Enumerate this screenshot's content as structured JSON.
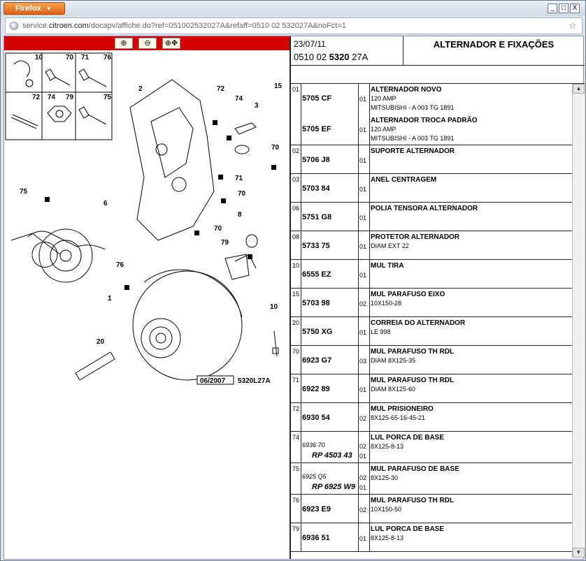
{
  "browser": {
    "menu_label": "Firefox",
    "url_domain": "service.citroen.com",
    "url_prefix": "service.",
    "url_host": "citroen.com",
    "url_path": "/docapv/affiche.do?ref=051002532027A&refaff=0510 02 532027A&noFct=1",
    "window_controls": [
      "_",
      "□",
      "X"
    ]
  },
  "toolbar": {
    "zoom_in": "zoom-in-icon",
    "zoom_out": "zoom-out-icon",
    "zoom_fit": "zoom-fit-icon"
  },
  "diagram": {
    "labels": [
      "10",
      "70",
      "71",
      "76",
      "72",
      "74",
      "79",
      "75",
      "2",
      "72",
      "74",
      "3",
      "15",
      "70",
      "71",
      "70",
      "75",
      "6",
      "8",
      "70",
      "79",
      "76",
      "1",
      "10",
      "20"
    ],
    "date_stamp": "06/2007",
    "ref_stamp": "5320L27A"
  },
  "header": {
    "date": "23/07/11",
    "code_prefix": "0510 02 ",
    "code_bold": "5320",
    "code_suffix": " 27A",
    "title": "ALTERNADOR E FIXAÇÕES"
  },
  "colors": {
    "red_bar": "#d40000",
    "firefox_orange": "#e8822f"
  },
  "parts": [
    {
      "ref": "01",
      "items": [
        {
          "code": "5705 CF",
          "qty": "01",
          "name": "ALTERNADOR NOVO",
          "details": [
            "120 AMP",
            "MITSUBISHI - A 003 TG 1891"
          ]
        },
        {
          "code": "5705 EF",
          "qty": "01",
          "name": "ALTERNADOR TROCA PADRÃO",
          "details": [
            "120 AMP",
            "MITSUBISHI - A 003 TG 1891"
          ]
        }
      ]
    },
    {
      "ref": "02",
      "items": [
        {
          "code": "5706 J8",
          "qty": "01",
          "name": "SUPORTE ALTERNADOR",
          "details": []
        }
      ]
    },
    {
      "ref": "03",
      "items": [
        {
          "code": "5703 84",
          "qty": "01",
          "name": "ANEL CENTRAGEM",
          "details": []
        }
      ]
    },
    {
      "ref": "06",
      "items": [
        {
          "code": "5751 G8",
          "qty": "01",
          "name": "POLIA TENSORA ALTERNADOR",
          "details": []
        }
      ]
    },
    {
      "ref": "08",
      "items": [
        {
          "code": "5733 75",
          "qty": "01",
          "name": "PROTETOR ALTERNADOR",
          "details": [
            "DIAM EXT 22"
          ]
        }
      ]
    },
    {
      "ref": "10",
      "items": [
        {
          "code": "6555 EZ",
          "qty": "01",
          "name": "MUL TIRA",
          "details": []
        }
      ]
    },
    {
      "ref": "15",
      "items": [
        {
          "code": "5703 98",
          "qty": "02",
          "name": "MUL PARAFUSO EIXO",
          "details": [
            "10X150-28"
          ]
        }
      ]
    },
    {
      "ref": "20",
      "items": [
        {
          "code": "5750 XG",
          "qty": "01",
          "name": "CORREIA DO ALTERNADOR",
          "details": [
            "LE 998"
          ]
        }
      ]
    },
    {
      "ref": "70",
      "items": [
        {
          "code": "6923 G7",
          "qty": "03",
          "name": "MUL PARAFUSO TH RDL",
          "details": [
            "DIAM 8X125-35"
          ]
        }
      ]
    },
    {
      "ref": "71",
      "items": [
        {
          "code": "6922 89",
          "qty": "01",
          "name": "MUL PARAFUSO TH RDL",
          "details": [
            "DIAM 8X125-60"
          ]
        }
      ]
    },
    {
      "ref": "72",
      "items": [
        {
          "code": "6930 54",
          "qty": "02",
          "name": "MUL PRISIONEIRO",
          "details": [
            "8X125-65-16-45-21"
          ]
        }
      ]
    },
    {
      "ref": "74",
      "items": [
        {
          "code": "6936 70",
          "qty": "02",
          "name": "LUL PORCA DE BASE",
          "details": [
            "8X125-8-13"
          ],
          "alt_code": "RP 4503 43",
          "alt_qty": "01"
        }
      ]
    },
    {
      "ref": "75",
      "items": [
        {
          "code": "6925 Q5",
          "qty": "02",
          "name": "MUL PARAFUSO DE BASE",
          "details": [
            "8X125-30"
          ],
          "alt_code": "RP 6925 W9",
          "alt_qty": "01"
        }
      ]
    },
    {
      "ref": "76",
      "items": [
        {
          "code": "6923 E9",
          "qty": "02",
          "name": "MUL PARAFUSO TH RDL",
          "details": [
            "10X150-50"
          ]
        }
      ]
    },
    {
      "ref": "79",
      "items": [
        {
          "code": "6936 51",
          "qty": "01",
          "name": "LUL PORCA DE BASE",
          "details": [
            "8X125-8-13"
          ]
        }
      ]
    }
  ]
}
